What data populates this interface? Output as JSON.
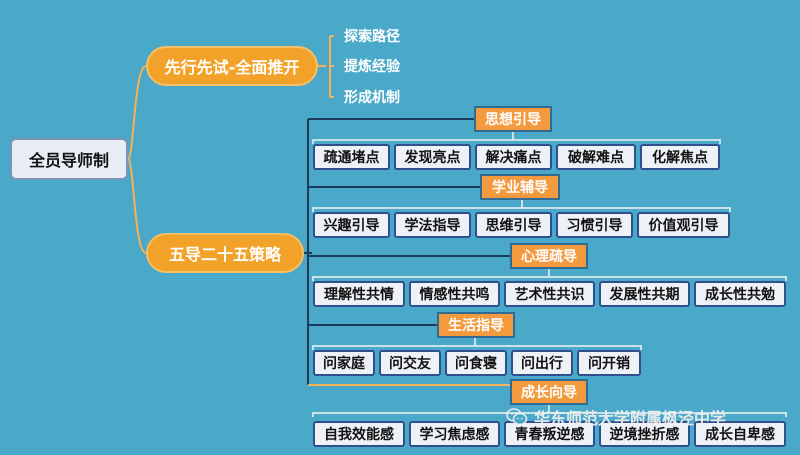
{
  "root": {
    "label": "全员导师制"
  },
  "branches": [
    {
      "label": "先行先试-全面推开",
      "children": [
        "探索路径",
        "提炼经验",
        "形成机制"
      ]
    },
    {
      "label": "五导二十五策略"
    }
  ],
  "groups": [
    {
      "label": "思想引导",
      "items": [
        "疏通堵点",
        "发现亮点",
        "解决痛点",
        "破解难点",
        "化解焦点"
      ]
    },
    {
      "label": "学业辅导",
      "items": [
        "兴趣引导",
        "学法指导",
        "思维引导",
        "习惯引导",
        "价值观引导"
      ]
    },
    {
      "label": "心理疏导",
      "items": [
        "理解性共情",
        "情感性共鸣",
        "艺术性共识",
        "发展性共期",
        "成长性共勉"
      ]
    },
    {
      "label": "生活指导",
      "items": [
        "问家庭",
        "问交友",
        "问食寝",
        "问出行",
        "问开销"
      ]
    },
    {
      "label": "成长向导",
      "items": [
        "自我效能感",
        "学习焦虑感",
        "青春叛逆感",
        "逆境挫折感",
        "成长自卑感"
      ]
    }
  ],
  "watermark": {
    "text": "华东师范大学附属枫泾中学",
    "icon": "wechat-icon"
  },
  "colors": {
    "background": "#4aa8c8",
    "branch": "#f2a228",
    "group": "#f49a3e",
    "line_dark": "#1d3c5c",
    "line_orange": "#f5b25a"
  }
}
